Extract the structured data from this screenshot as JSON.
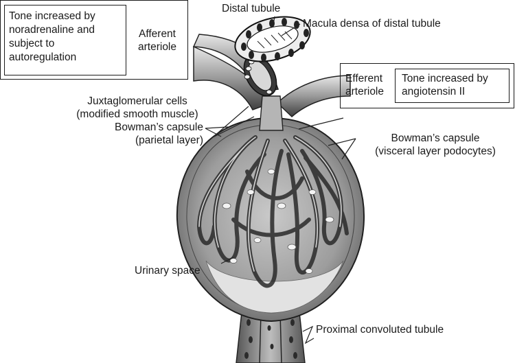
{
  "labels": {
    "tone_noradrenaline": "Tone increased by\nnoradrenaline and\nsubject to\nautoregulation",
    "afferent_arteriole": "Afferent\narteriole",
    "distal_tubule": "Distal tubule",
    "macula_densa": "Macula densa of distal tubule",
    "efferent_arteriole": "Efferent\narteriole",
    "tone_angiotensin": "Tone increased by\nangiotensin II",
    "juxtaglomerular_cells": "Juxtaglomerular cells\n(modified smooth muscle)",
    "bowmans_parietal": "Bowman’s capsule\n(parietal layer)",
    "bowmans_visceral": "Bowman’s capsule\n(visceral layer podocytes)",
    "urinary_space": "Urinary space",
    "proximal_tubule": "Proximal convoluted tubule"
  }
}
